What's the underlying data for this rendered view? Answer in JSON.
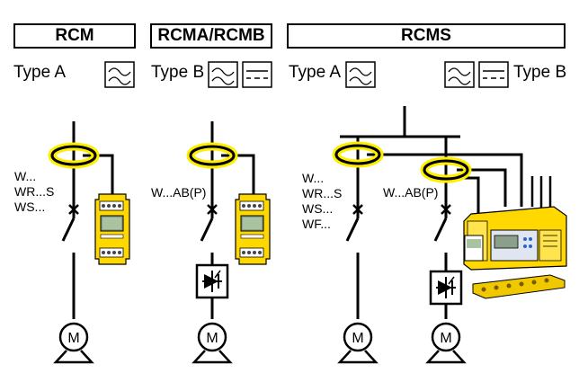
{
  "headers": {
    "rcm": "RCM",
    "rcma": "RCMA/RCMB",
    "rcms": "RCMS"
  },
  "types": {
    "rcm_type": "Type A",
    "rcma_type": "Type B",
    "rcms_type_left": "Type A",
    "rcms_type_right": "Type B"
  },
  "labels": {
    "rcm_devices": [
      "W...",
      "WR...S",
      "WS..."
    ],
    "rcma_device": "W...AB(P)",
    "rcms_devices": [
      "W...",
      "WR...S",
      "WS...",
      "WF..."
    ],
    "rcms_device2": "W...AB(P)",
    "motor": "M"
  },
  "colors": {
    "accent_yellow": "#ffe600",
    "device_yellow": "#ffd800",
    "line": "#000000"
  }
}
